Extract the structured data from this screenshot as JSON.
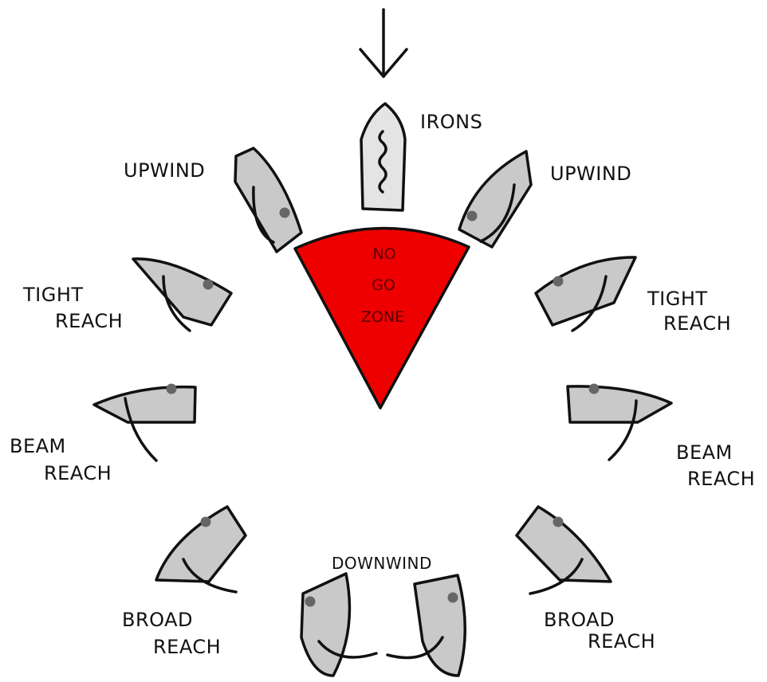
{
  "diagram": {
    "labels": {
      "irons": "IRONS",
      "upwind_left": "UPWIND",
      "upwind_right": "UPWIND",
      "tight_left_1": "TIGHT",
      "tight_left_2": "REACH",
      "tight_right_1": "TIGHT",
      "tight_right_2": "REACH",
      "beam_left_1": "BEAM",
      "beam_left_2": "REACH",
      "beam_right_1": "BEAM",
      "beam_right_2": "REACH",
      "broad_left_1": "BROAD",
      "broad_left_2": "REACH",
      "broad_right_1": "BROAD",
      "broad_right_2": "REACH",
      "downwind": "DOWNWIND"
    },
    "no_go_zone": [
      "NO",
      "GO",
      "ZONE"
    ],
    "colors": {
      "no_go_zone": "#ee0000",
      "boat_fill": "#c9c9c9",
      "irons_fill": "#e4e4e4",
      "outline": "#111111"
    },
    "icons": [
      "wind-arrow-icon",
      "boat-icon"
    ]
  }
}
